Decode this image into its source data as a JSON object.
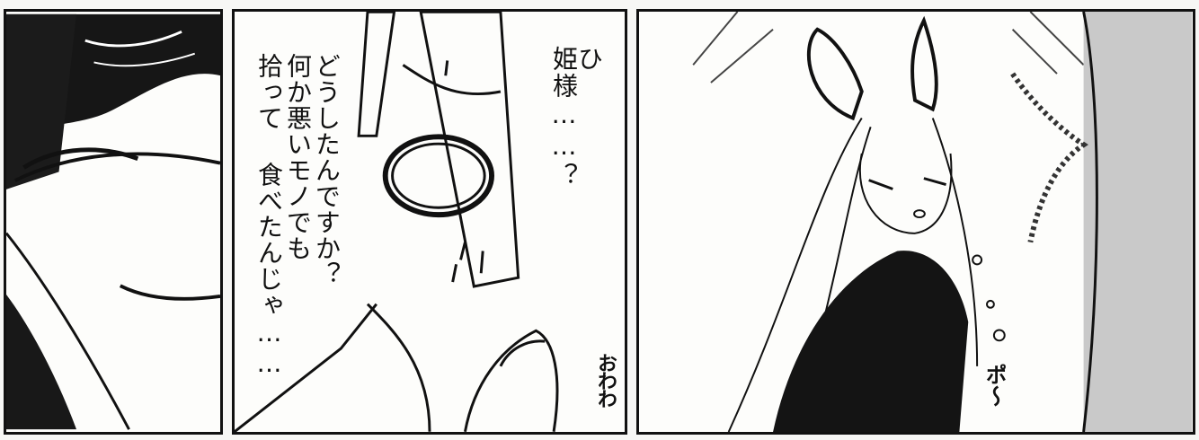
{
  "panels": {
    "middle": {
      "speech_right": [
        "ひ",
        "姫様……？"
      ],
      "speech_left": [
        "どうしたんですか？",
        "何か悪いモノでも",
        "拾って 食べたんじゃ……"
      ],
      "sfx": "おわわ"
    },
    "right": {
      "sfx": "ポ〜"
    }
  }
}
